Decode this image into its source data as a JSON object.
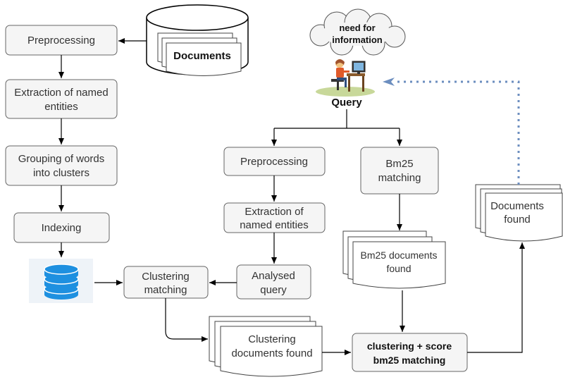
{
  "colors": {
    "box_fill": "#f5f5f5",
    "box_stroke": "#666666",
    "arrow": "#000000",
    "feedback_arrow": "#6c8ebf",
    "database": "#1e90e0"
  },
  "icons": [
    "cylinder-storage-icon",
    "cloud-icon",
    "person-at-computer-icon",
    "database-stack-icon"
  ],
  "labels": {
    "storage": "Documents",
    "thought": [
      "need for",
      "information"
    ],
    "user": "Query",
    "left_pipeline": {
      "preprocessing": "Preprocessing",
      "extraction": [
        "Extraction of named",
        "entities"
      ],
      "grouping": [
        "Grouping of words",
        "into clusters"
      ],
      "indexing": "Indexing"
    },
    "middle_pipeline": {
      "preprocessing": "Preprocessing",
      "extraction": [
        "Extraction of",
        "named entities"
      ],
      "analysed": [
        "Analysed",
        "query"
      ],
      "clustering_matching": [
        "Clustering",
        "matching"
      ],
      "clustering_docs": [
        "Clustering",
        "documents found"
      ]
    },
    "right_pipeline": {
      "bm25_matching": [
        "Bm25",
        "matching"
      ],
      "bm25_docs": [
        "Bm25 documents",
        "found"
      ],
      "combined": [
        "clustering + score",
        "bm25 matching"
      ],
      "found": [
        "Documents",
        "found"
      ]
    }
  }
}
